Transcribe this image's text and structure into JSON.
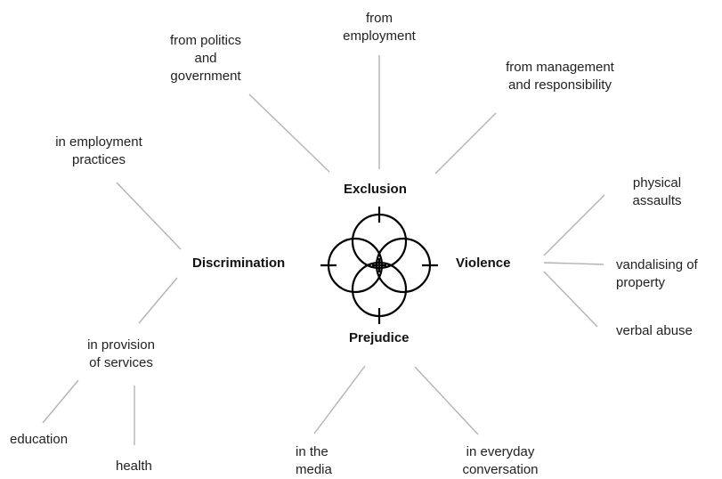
{
  "hubs": {
    "exclusion": "Exclusion",
    "discrimination": "Discrimination",
    "violence": "Violence",
    "prejudice": "Prejudice"
  },
  "exclusion_branches": {
    "politics": "from politics\nand\ngovernment",
    "employment": "from\nemployment",
    "management": "from management\nand responsibility"
  },
  "discrimination_branches": {
    "employment_practices": "in employment\npractices",
    "provision_of_services": "in provision\nof services",
    "education": "education",
    "health": "health"
  },
  "violence_branches": {
    "physical_assaults": "physical\nassaults",
    "vandalising": "vandalising of\nproperty",
    "verbal_abuse": "verbal abuse"
  },
  "prejudice_branches": {
    "media": "in the\nmedia",
    "conversation": "in everyday\nconversation"
  },
  "colors": {
    "connector": "#b3b3b3",
    "emblem": "#000000",
    "text": "#222222"
  },
  "icons": {
    "emblem": "four-circle-crosshair-icon"
  }
}
